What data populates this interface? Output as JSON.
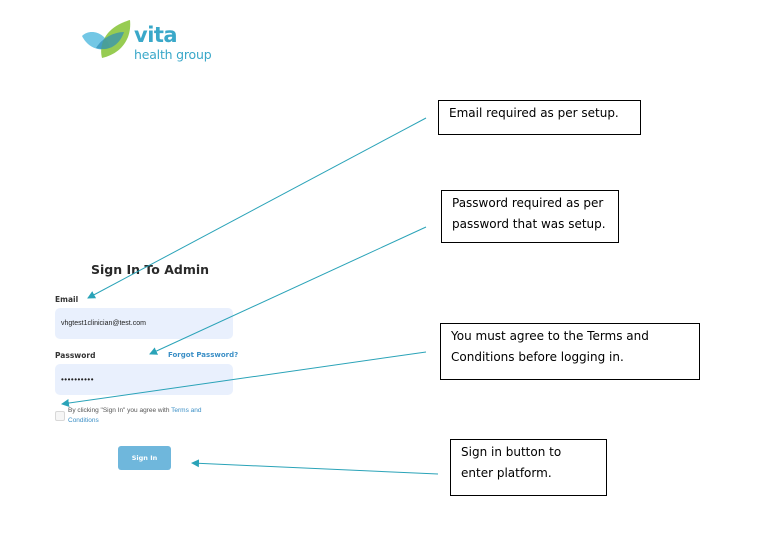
{
  "brand": {
    "name": "vita",
    "subtitle": "health group",
    "color": "#3aa8c9"
  },
  "form": {
    "title": "Sign In To Admin",
    "email_label": "Email",
    "email_value": "vhgtest1clinician@test.com",
    "password_label": "Password",
    "forgot_link": "Forgot Password?",
    "password_value": "••••••••••",
    "terms_text": "By clicking \"Sign In\" you agree with",
    "terms_link": "Terms and Conditions",
    "checkbox_checked": false,
    "signin_label": "Sign In",
    "accent_color": "#3b8fc6",
    "input_bg": "#e9f0fd"
  },
  "callouts": {
    "email": "Email required as per setup.",
    "password": "Password required as per password that was setup.",
    "terms": "You must agree to the Terms and Conditions before logging in.",
    "signin": "Sign in button to enter platform."
  },
  "annotation_color": "#2aa3b8"
}
